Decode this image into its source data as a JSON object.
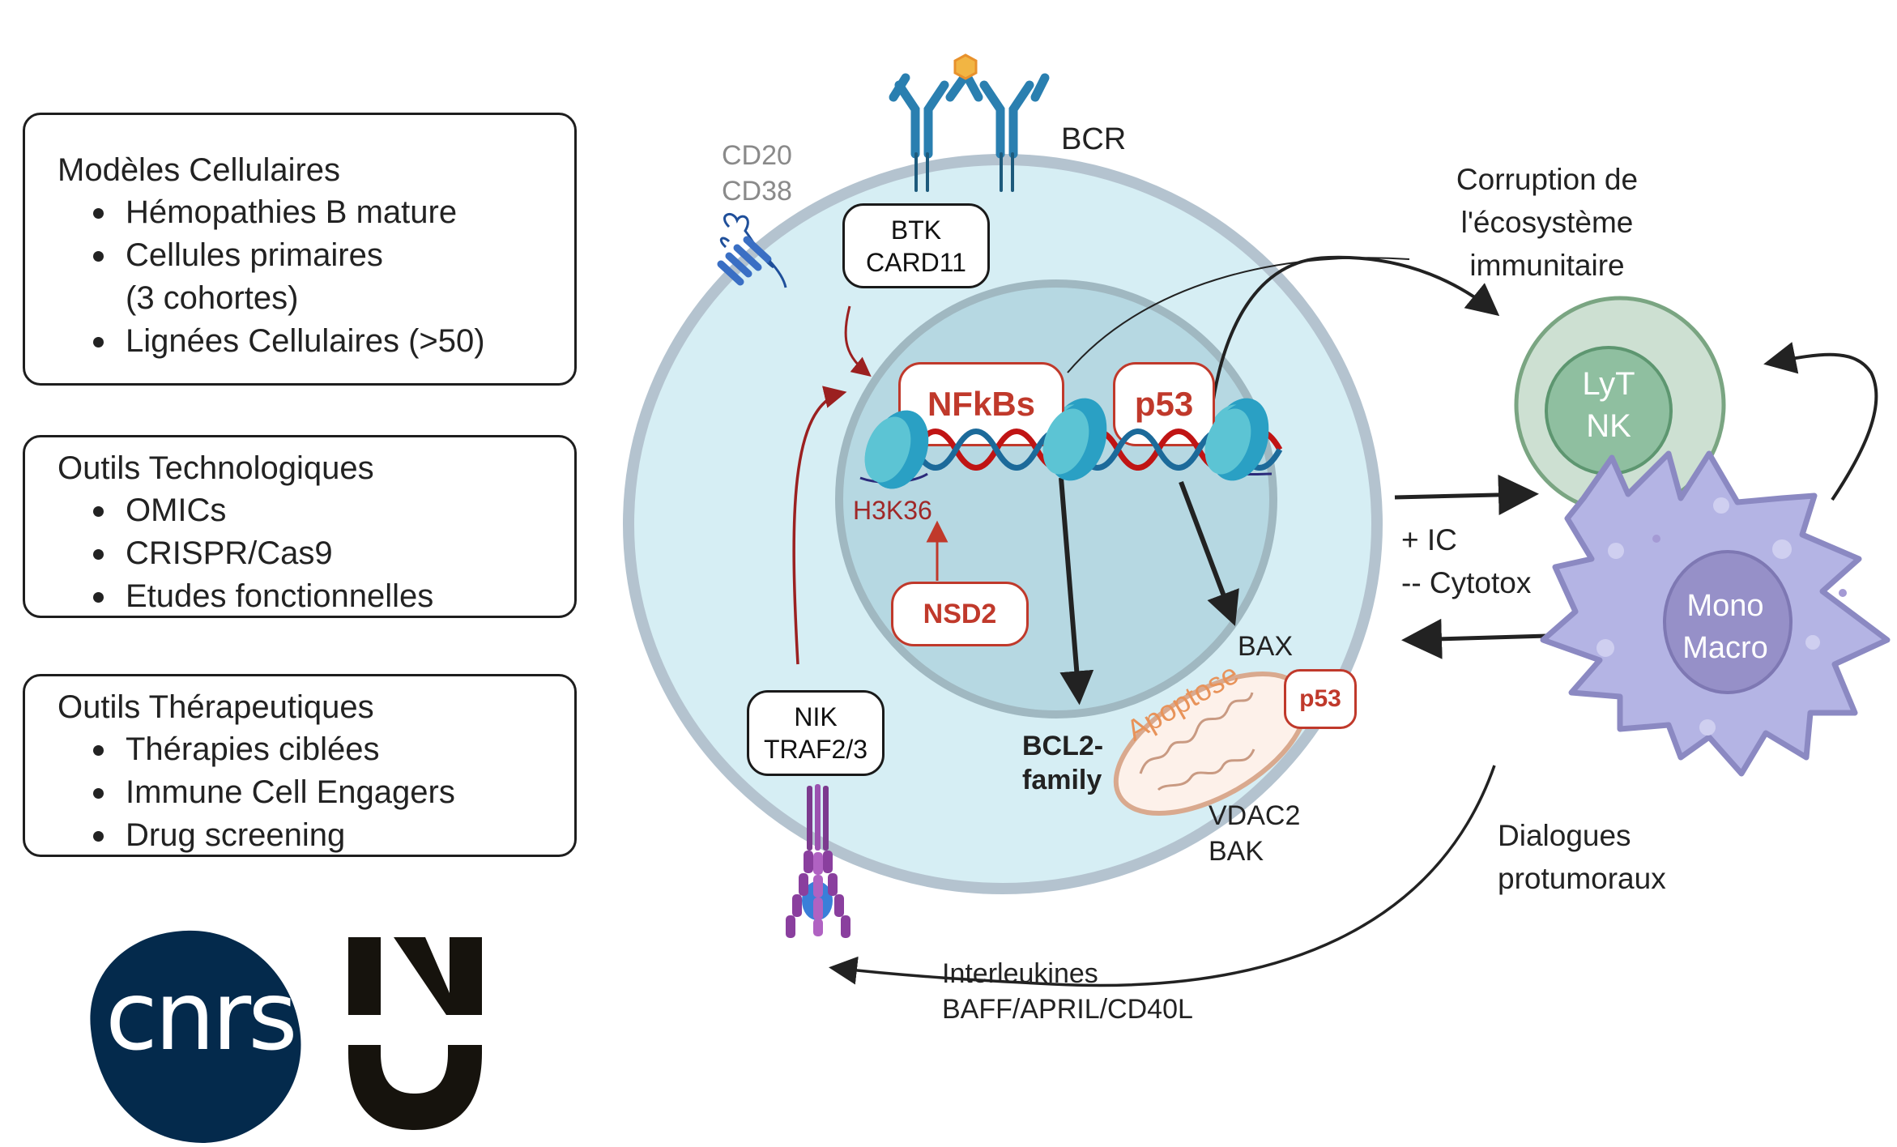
{
  "panels": [
    {
      "title": "Modèles Cellulaires",
      "items": [
        "Hémopathies B mature",
        "Cellules primaires",
        "(3 cohortes)",
        "Lignées Cellulaires (>50)"
      ],
      "bullets": [
        true,
        true,
        false,
        true
      ]
    },
    {
      "title": "Outils Technologiques",
      "items": [
        "OMICs",
        "CRISPR/Cas9",
        "Etudes fonctionnelles"
      ],
      "bullets": [
        true,
        true,
        true
      ]
    },
    {
      "title": "Outils Thérapeutiques",
      "items": [
        "Thérapies ciblées",
        "Immune Cell Engagers",
        "Drug screening"
      ],
      "bullets": [
        true,
        true,
        true
      ]
    }
  ],
  "logos": {
    "cnrs": "cnrs",
    "university": "UN"
  },
  "cell": {
    "surface_markers": [
      "CD20",
      "CD38"
    ],
    "receptor_label": "BCR",
    "btk_box": [
      "BTK",
      "CARD11"
    ],
    "nik_box": [
      "NIK",
      "TRAF2/3"
    ],
    "nfkbs": "NFkBs",
    "p53_nucleus": "p53",
    "h3k36": "H3K36",
    "nsd2": "NSD2",
    "bcl2": [
      "BCL2-",
      "family"
    ],
    "bax": "BAX",
    "p53_mito": "p53",
    "apoptose": "Apoptose",
    "vdac": [
      "VDAC2",
      "BAK"
    ]
  },
  "immune": {
    "corruption": [
      "Corruption de",
      "l'écosystème",
      "immunitaire"
    ],
    "lyt": [
      "LyT",
      "NK"
    ],
    "mono": [
      "Mono",
      "Macro"
    ],
    "ic_cytotox": [
      "+ IC",
      "-- Cytotox"
    ],
    "dialogues": [
      "Dialogues",
      "protumoraux"
    ],
    "interleukines": [
      "Interleukines",
      "BAFF/APRIL/CD40L"
    ]
  },
  "colors": {
    "cell_fill": "#d6eef4",
    "cell_membrane": "#b4c3cf",
    "nucleus_fill": "#b6d8e2",
    "nucleus_membrane": "#a0b8c1",
    "red": "#c0392b",
    "dark_red": "#9b2020",
    "bcr_blue": "#2a7fb0",
    "lyt_outer": "#cde0d2",
    "lyt_inner": "#8fbfa0",
    "macro": "#b4b4e4",
    "macro_nucleus": "#9690c8",
    "cnrs_blue": "#042a4c"
  }
}
